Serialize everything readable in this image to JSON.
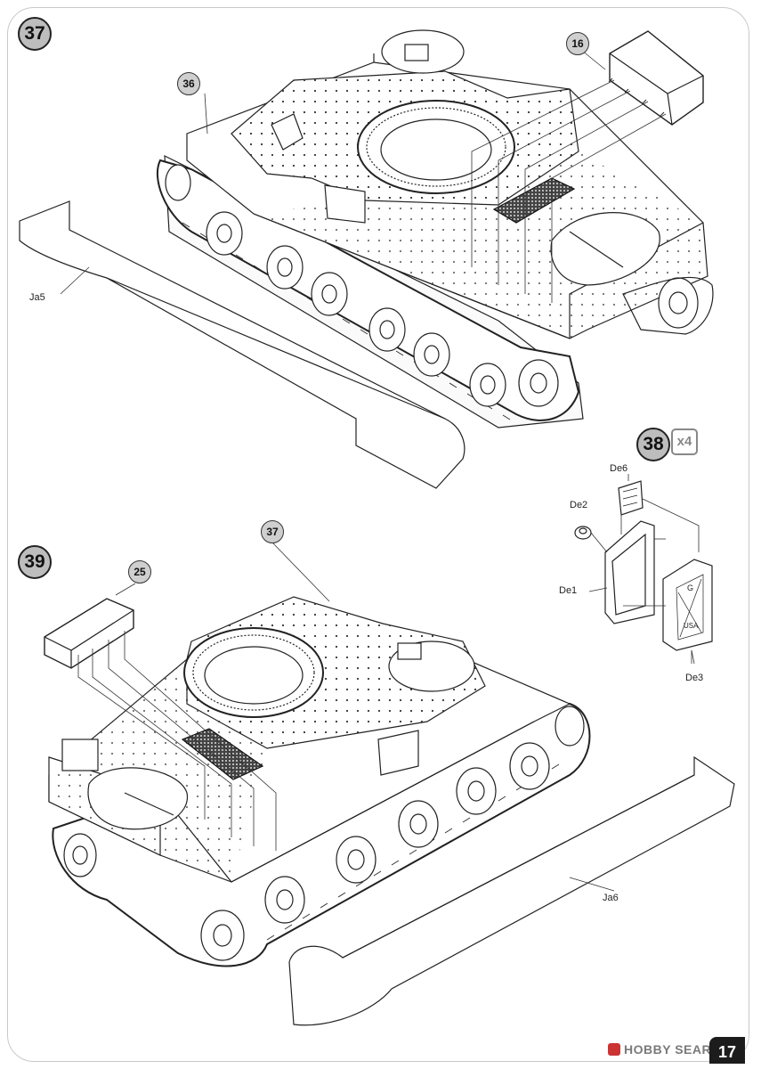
{
  "steps": {
    "s37": "37",
    "s38": "38",
    "s38_qty": "x4",
    "s39": "39"
  },
  "callouts": {
    "c16": "16",
    "c36": "36",
    "c37": "37",
    "c25": "25"
  },
  "parts": {
    "ja5": "Ja5",
    "ja6": "Ja6",
    "de1": "De1",
    "de2": "De2",
    "de3": "De3",
    "de6": "De6"
  },
  "markings": {
    "jerrycan_g": "G",
    "jerrycan_usa": "USA"
  },
  "footer": {
    "watermark": "HOBBY SEARCH",
    "page_number": "17"
  }
}
